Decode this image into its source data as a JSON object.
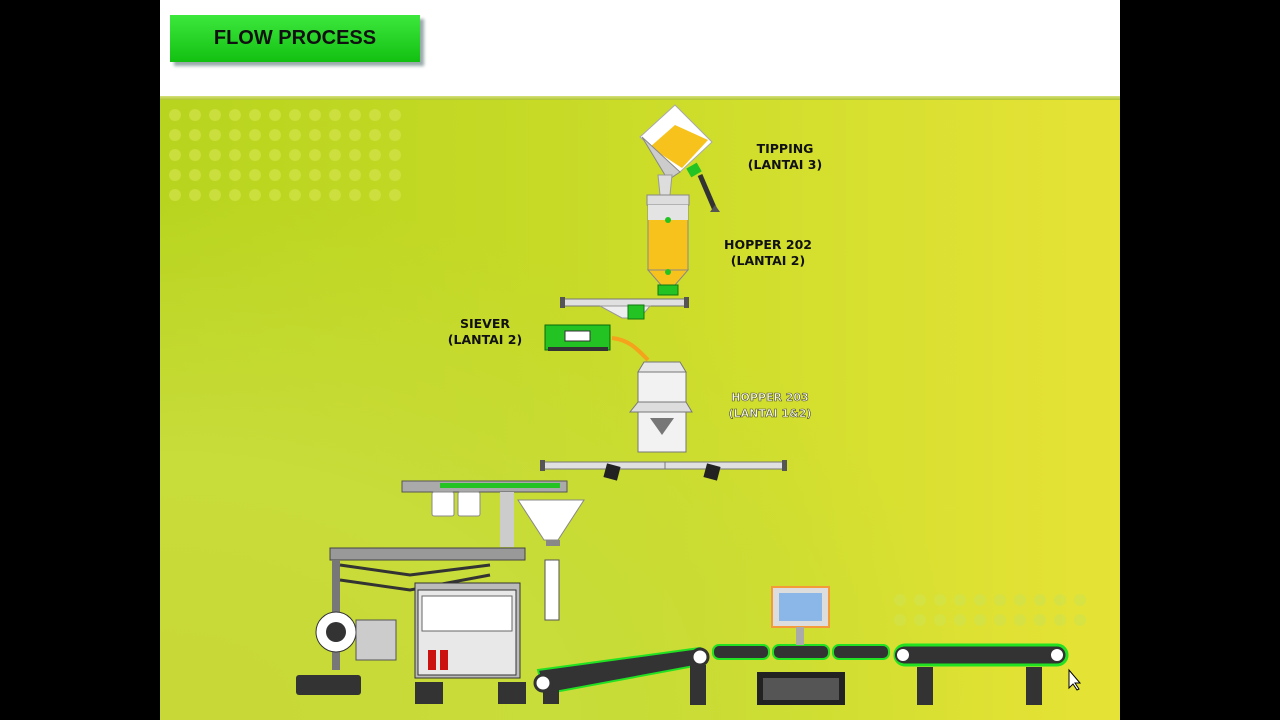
{
  "title": "FLOW PROCESS",
  "labels": {
    "tipping": [
      "TIPPING",
      "(LANTAI 3)"
    ],
    "hopper202": [
      "HOPPER 202",
      "(LANTAI 2)"
    ],
    "siever": [
      "SIEVER",
      "(LANTAI 2)"
    ],
    "hopper_lower": [
      "HOPPER 203",
      "(LANTAI 1&2)"
    ]
  },
  "colors": {
    "title_green": "#1ed61e",
    "stage_yellow_green": "#c6da26",
    "product_yellow": "#f8c21c",
    "equipment_green": "#22c322"
  }
}
